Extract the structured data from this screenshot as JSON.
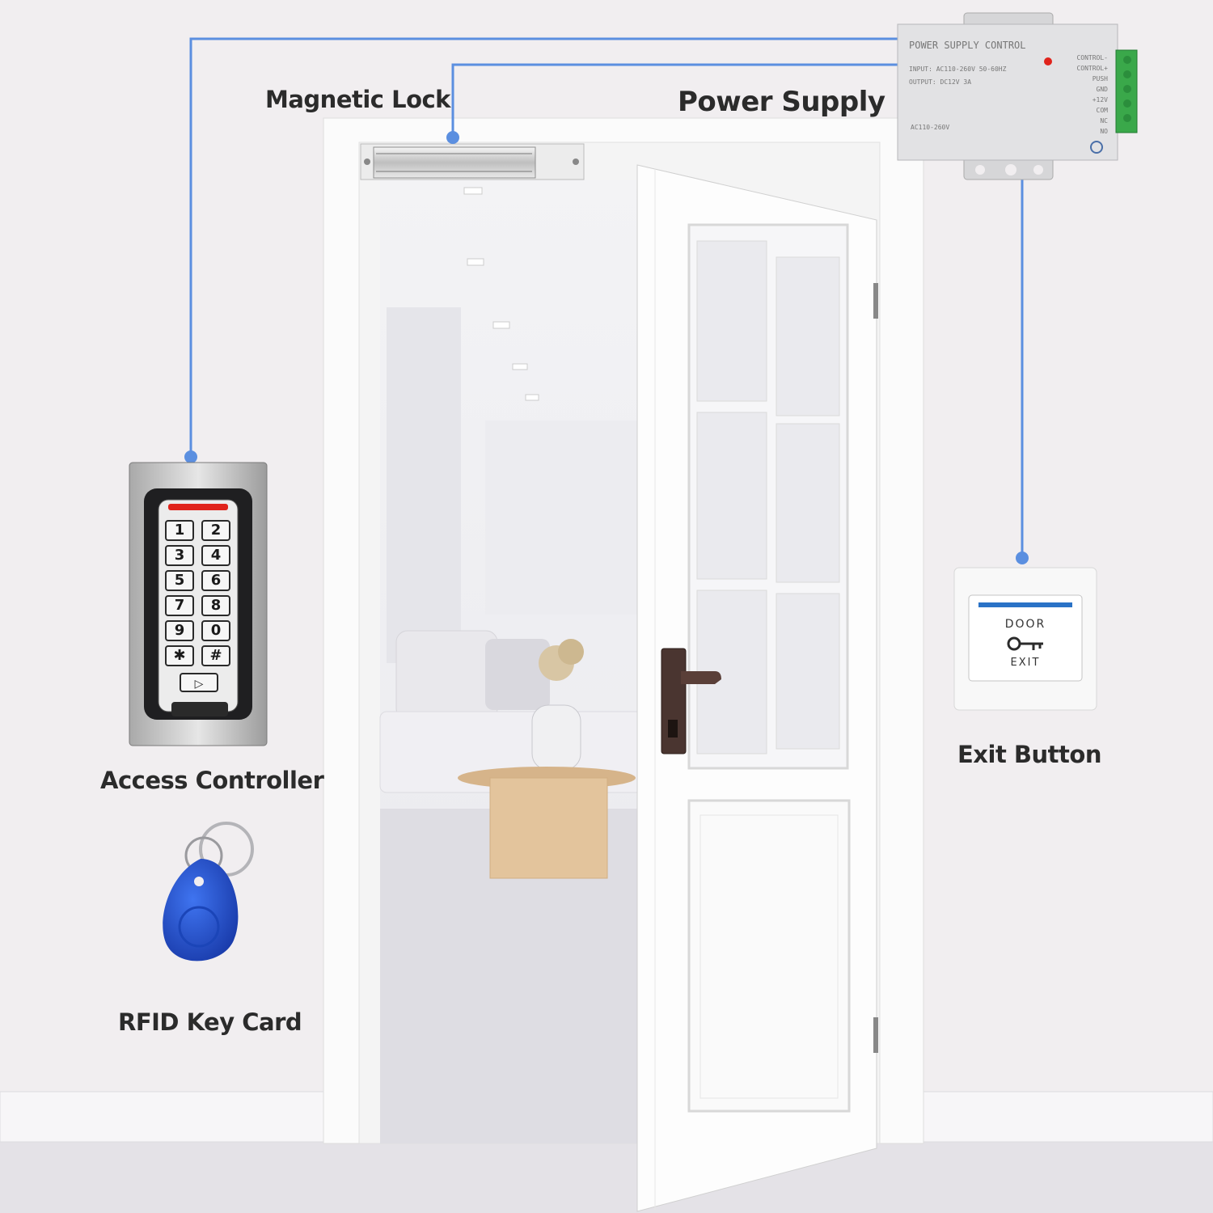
{
  "labels": {
    "magnetic_lock": "Magnetic Lock",
    "power_supply": "Power Supply",
    "access_controller": "Access Controller",
    "exit_button": "Exit Button",
    "rfid_key_card": "RFID Key Card"
  },
  "power_supply_unit": {
    "title": "POWER SUPPLY CONTROL",
    "line1": "INPUT: AC110-260V 50-60HZ",
    "line2": "OUTPUT: DC12V 3A",
    "line3": "AC110-260V",
    "terminals": [
      "CONTROL-",
      "CONTROL+",
      "PUSH",
      "GND",
      "+12V",
      "COM",
      "NC",
      "NO"
    ]
  },
  "keypad": {
    "keys": [
      "1",
      "2",
      "3",
      "4",
      "5",
      "6",
      "7",
      "8",
      "9",
      "0",
      "✱",
      "#"
    ]
  },
  "exit_plate": {
    "top": "DOOR",
    "bottom": "EXIT"
  },
  "colors": {
    "wire": "#5b8fe0",
    "wall": "#f1eef0",
    "floor": "#e4e2e7",
    "keyfob": "#1f4fd0",
    "led_red": "#e0231b"
  }
}
